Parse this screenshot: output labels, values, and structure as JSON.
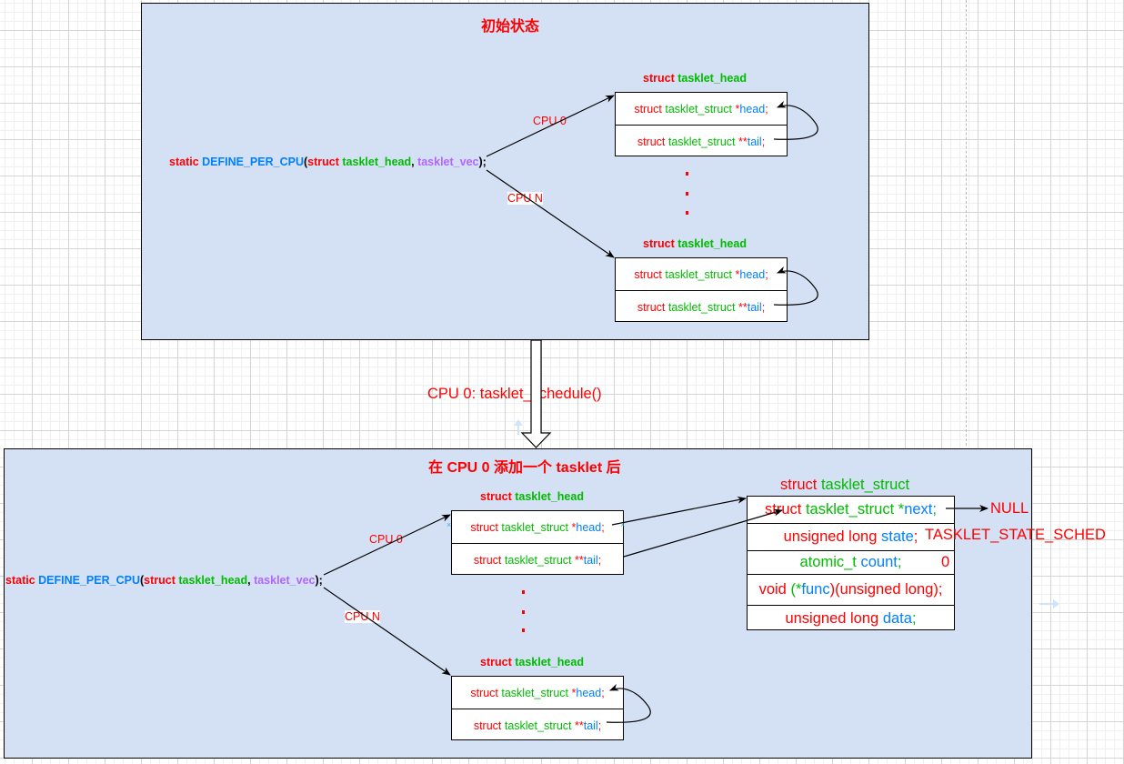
{
  "top_panel": {
    "title": "初始状态",
    "declaration": {
      "static": "static",
      "macro": "DEFINE_PER_CPU",
      "open": "(",
      "struct": "struct",
      "type": "tasklet_head",
      "comma": ", ",
      "var": "tasklet_vec",
      "close": ");"
    },
    "cpu0_label": "CPU 0",
    "cpuN_label": "CPU N",
    "heads": [
      {
        "label_kw": "struct",
        "label_type": "tasklet_head",
        "row1": {
          "kw": "struct",
          "type": "tasklet_struct",
          "ptr": "*",
          "name": "head",
          "semi": ";"
        },
        "row2": {
          "kw": "struct",
          "type": "tasklet_struct",
          "ptr": "**",
          "name": "tail",
          "semi": ";"
        }
      },
      {
        "label_kw": "struct",
        "label_type": "tasklet_head",
        "row1": {
          "kw": "struct",
          "type": "tasklet_struct",
          "ptr": "*",
          "name": "head",
          "semi": ";"
        },
        "row2": {
          "kw": "struct",
          "type": "tasklet_struct",
          "ptr": "**",
          "name": "tail",
          "semi": ";"
        }
      }
    ]
  },
  "transition_label": "CPU 0: tasklet_schedule()",
  "bottom_panel": {
    "title": "在 CPU 0 添加一个 tasklet 后",
    "declaration": {
      "static": "static",
      "macro": "DEFINE_PER_CPU",
      "open": "(",
      "struct": "struct",
      "type": "tasklet_head",
      "comma": ", ",
      "var": "tasklet_vec",
      "close": ");"
    },
    "cpu0_label": "CPU 0",
    "cpuN_label": "CPU N",
    "heads": [
      {
        "label_kw": "struct",
        "label_type": "tasklet_head",
        "row1": {
          "kw": "struct",
          "type": "tasklet_struct",
          "ptr": "*",
          "name": "head",
          "semi": ";"
        },
        "row2": {
          "kw": "struct",
          "type": "tasklet_struct",
          "ptr": "**",
          "name": "tail",
          "semi": ";"
        }
      },
      {
        "label_kw": "struct",
        "label_type": "tasklet_head",
        "row1": {
          "kw": "struct",
          "type": "tasklet_struct",
          "ptr": "*",
          "name": "head",
          "semi": ";"
        },
        "row2": {
          "kw": "struct",
          "type": "tasklet_struct",
          "ptr": "**",
          "name": "tail",
          "semi": ";"
        }
      }
    ],
    "tasklet_struct": {
      "label_kw": "struct",
      "label_type": "tasklet_struct",
      "next": {
        "kw": "struct",
        "type": "tasklet_struct",
        "ptr": "*",
        "name": "next",
        "semi": ";"
      },
      "state": {
        "kw": "unsigned long",
        "name": "state",
        "semi": ";"
      },
      "count": {
        "type": "atomic_t",
        "name": "count",
        "semi": ";"
      },
      "func": {
        "kw": "void",
        "open": "(*",
        "name": "func",
        "rest": ")(unsigned long);"
      },
      "data": {
        "kw": "unsigned long",
        "name": "data",
        "semi": ";"
      }
    },
    "next_value": "NULL",
    "state_value": "TASKLET_STATE_SCHED",
    "count_value": "0"
  }
}
